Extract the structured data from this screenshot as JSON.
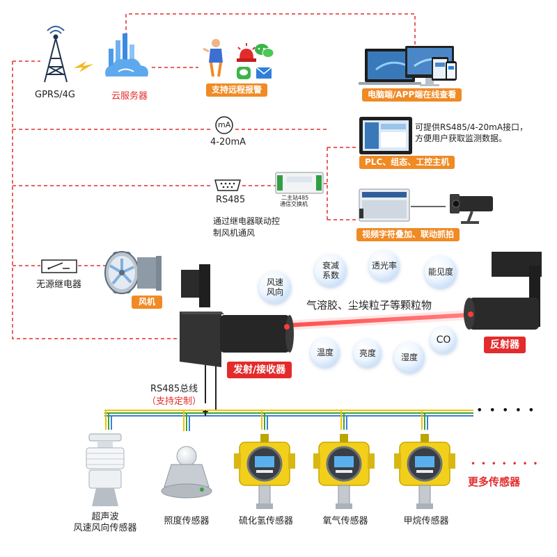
{
  "network": {
    "gprs_label": "GPRS/4G",
    "cloud_label": "云服务器",
    "remote_alarm_label": "支持远程报警",
    "online_view_label": "电脑端/APP端在线查看",
    "ma_icon_text": "mA",
    "ma_label": "4-20mA",
    "rs485_label": "RS485",
    "interface_note_line1": "可提供RS485/4-20mA接口，",
    "interface_note_line2": "方便用户获取监测数据。",
    "plc_label": "PLC、组态、工控主机",
    "switch_line1": "二主站485",
    "switch_line2": "通信交换机",
    "video_label": "视频字符叠加、联动抓拍",
    "relay_note_line1": "通过继电器联动控",
    "relay_note_line2": "制风机通风",
    "relay_label": "无源继电器",
    "fan_label": "风机"
  },
  "measurement": {
    "bubbles": [
      "风速\n风向",
      "衰减\n系数",
      "透光率",
      "能见度",
      "温度",
      "亮度",
      "湿度",
      "CO"
    ],
    "particles_label": "气溶胶、尘埃粒子等颗粒物",
    "transceiver_label": "发射/接收器",
    "reflector_label": "反射器"
  },
  "bus": {
    "label": "RS485总线",
    "custom_label": "（支持定制）"
  },
  "sensors": {
    "items": [
      "超声波\n风速风向传感器",
      "照度传感器",
      "硫化氢传感器",
      "氧气传感器",
      "甲烷传感器"
    ],
    "more_label": "更多传感器",
    "dots_top": "• • • • •",
    "dots_more": "• • • • • • •"
  },
  "colors": {
    "dash_red": "#e32b2b",
    "tag_orange": "#f08a24",
    "tag_red": "#e32b2b",
    "bus_yellow": "#f2c200",
    "bus_green": "#3aa13a",
    "bus_blue": "#3f7fd0",
    "beam_red": "#ff2a2a"
  }
}
